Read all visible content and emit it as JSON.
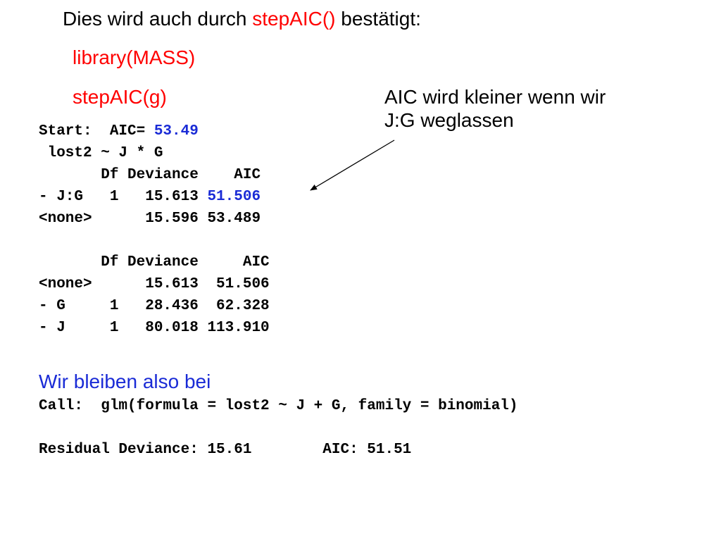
{
  "slide": {
    "title_prefix": "Dies wird auch durch ",
    "title_fn": "stepAIC()",
    "title_suffix": " bestätigt:",
    "code_line_1": "library(MASS)",
    "code_line_2": "stepAIC(g)",
    "annotation_line_1": "AIC wird kleiner wenn wir",
    "annotation_line_2": "J:G weglassen",
    "output": {
      "start_label": "Start:  AIC= ",
      "start_aic": "53.49",
      "formula": " lost2 ~ J * G",
      "header_1": "       Df Deviance    AIC",
      "row_1_prefix": "- J:G   1   15.613 ",
      "row_1_aic": "51.506",
      "row_2": "<none>      15.596 53.489",
      "header_2": "       Df Deviance     AIC",
      "row_3": "<none>      15.613  51.506",
      "row_4": "- G     1   28.436  62.328",
      "row_5": "- J     1   80.018 113.910"
    },
    "conclusion_heading": "Wir bleiben also bei",
    "call_line": "Call:  glm(formula = lost2 ~ J + G, family = binomial)",
    "residual_line": "Residual Deviance: 15.61        AIC: 51.51",
    "colors": {
      "code_red": "#ff0000",
      "highlight_blue": "#1a2bd6",
      "text": "#000000"
    }
  }
}
